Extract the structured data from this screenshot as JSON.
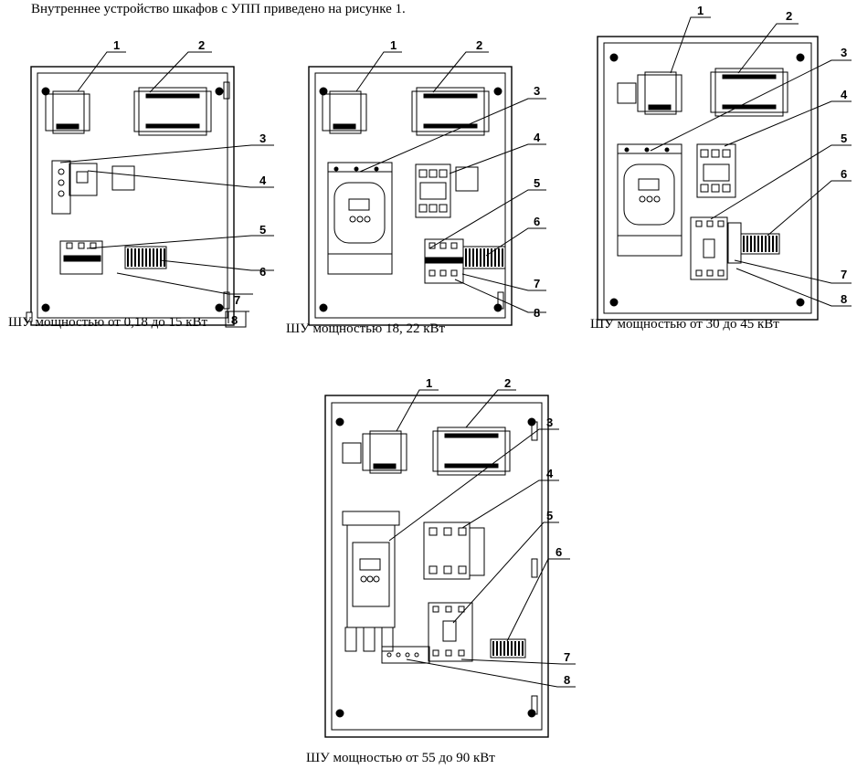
{
  "intro": "Внутреннее устройство шкафов с УПП  приведено на рисунке 1.",
  "cabinets": [
    {
      "caption": "ШУ мощностью от 0,18 до 15 кВт",
      "callouts": [
        "1",
        "2",
        "3",
        "4",
        "5",
        "6",
        "7",
        "8"
      ]
    },
    {
      "caption": "ШУ мощностью 18, 22 кВт",
      "callouts": [
        "1",
        "2",
        "3",
        "4",
        "5",
        "6",
        "7",
        "8"
      ]
    },
    {
      "caption": "ШУ мощностью от 30 до 45 кВт",
      "callouts": [
        "1",
        "2",
        "3",
        "4",
        "5",
        "6",
        "7",
        "8"
      ]
    },
    {
      "caption": "ШУ мощностью от 55 до 90 кВт",
      "callouts": [
        "1",
        "2",
        "3",
        "4",
        "5",
        "6",
        "7",
        "8"
      ]
    }
  ]
}
